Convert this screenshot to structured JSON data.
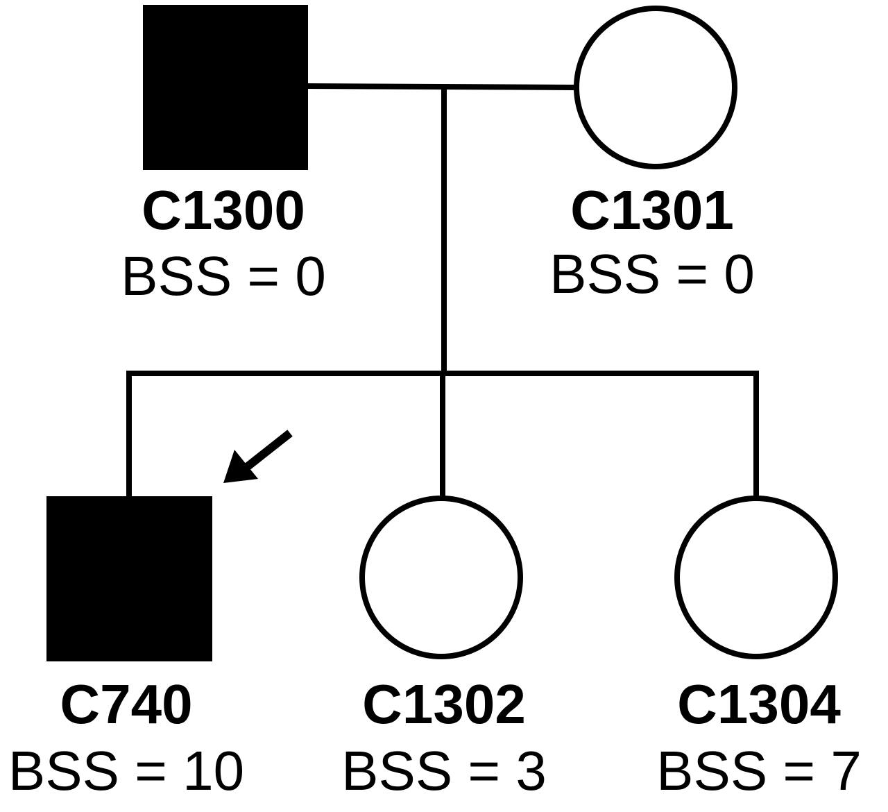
{
  "pedigree": {
    "individuals": [
      {
        "key": "c1300",
        "id": "C1300",
        "bss": "BSS = 0",
        "sex": "male",
        "affected": true,
        "generation": 1
      },
      {
        "key": "c1301",
        "id": "C1301",
        "bss": "BSS = 0",
        "sex": "female",
        "affected": false,
        "generation": 1
      },
      {
        "key": "c740",
        "id": "C740",
        "bss": "BSS = 10",
        "sex": "male",
        "affected": true,
        "generation": 2,
        "proband": true
      },
      {
        "key": "c1302",
        "id": "C1302",
        "bss": "BSS = 3",
        "sex": "female",
        "affected": false,
        "generation": 2
      },
      {
        "key": "c1304",
        "id": "C1304",
        "bss": "BSS = 7",
        "sex": "female",
        "affected": false,
        "generation": 2
      }
    ],
    "colors": {
      "affected": "#000000",
      "unaffected": "#ffffff",
      "stroke": "#000000"
    }
  }
}
